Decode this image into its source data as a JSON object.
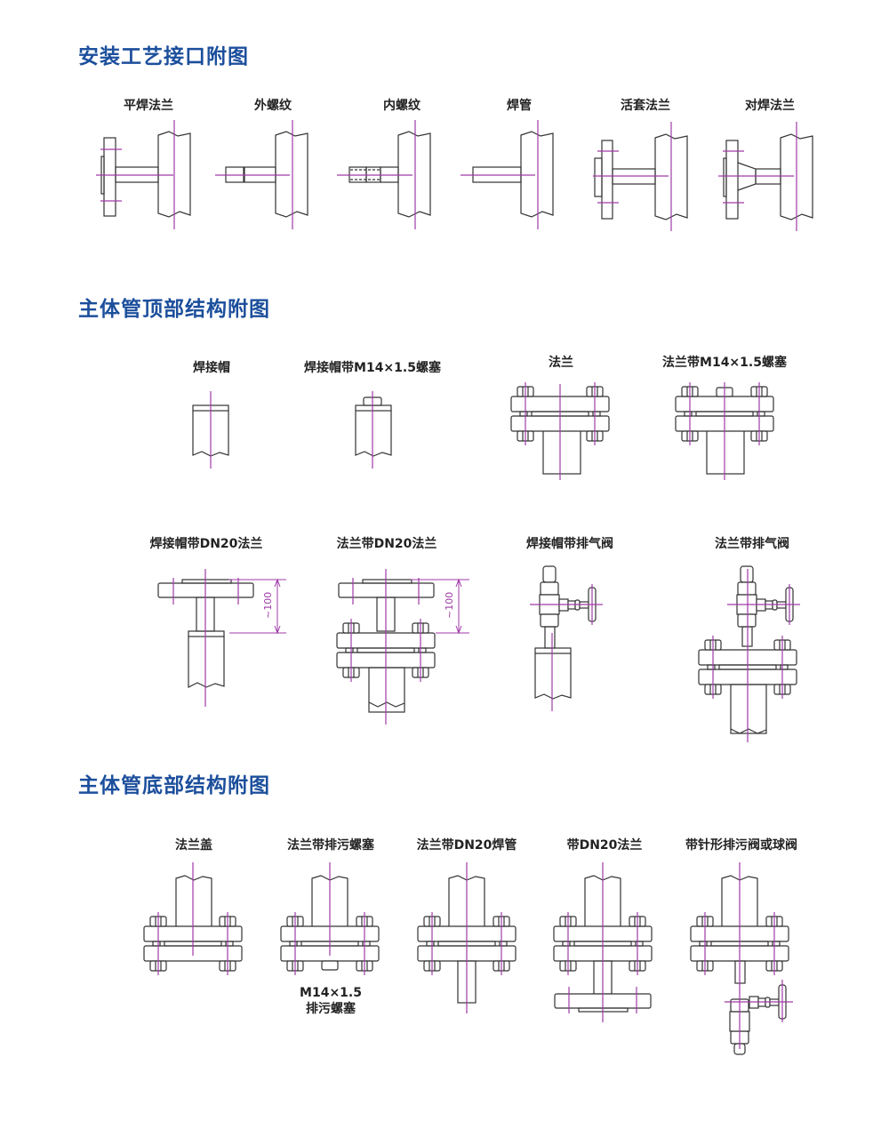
{
  "sections": [
    {
      "title": "安装工艺接口附图",
      "items": [
        "平焊法兰",
        "外螺纹",
        "内螺纹",
        "焊管",
        "活套法兰",
        "对焊法兰"
      ]
    },
    {
      "title": "主体管顶部结构附图",
      "items": [
        "焊接帽",
        "焊接帽带M14×1.5螺塞",
        "法兰",
        "法兰带M14×1.5螺塞",
        "焊接帽带DN20法兰",
        "法兰带DN20法兰",
        "焊接帽带排气阀",
        "法兰带排气阀"
      ],
      "dimension_label": "~100"
    },
    {
      "title": "主体管底部结构附图",
      "items": [
        "法兰盖",
        "法兰带排污螺塞",
        "法兰带DN20焊管",
        "带DN20法兰",
        "带针形排污阀或球阀"
      ],
      "note_line1": "M14×1.5",
      "note_line2": "排污螺塞"
    }
  ],
  "colors": {
    "heading": "#1c4f9c",
    "centerline": "#a03aa8",
    "outline": "#333333"
  }
}
